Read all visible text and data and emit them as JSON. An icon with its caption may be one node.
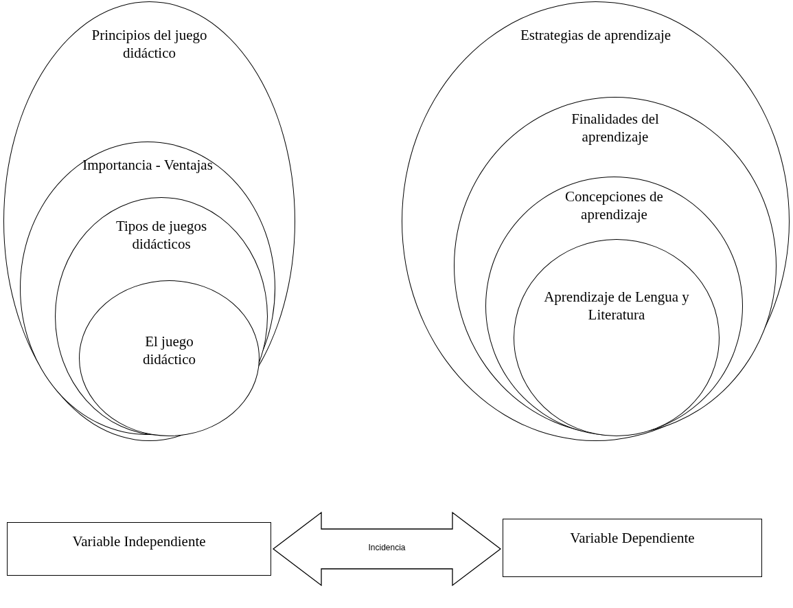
{
  "diagram": {
    "nodes": [
      {
        "text": [
          "Principios del juego didáctico"
        ]
      },
      {
        "text": [
          "Importancia - Ventajas"
        ],
        "in": 0
      },
      {
        "text": [
          "Tipos de juegos didácticos"
        ],
        "in": 1
      },
      {
        "text": [
          "El juego didáctico"
        ],
        "in": 2
      },
      {
        "text": [
          "Estrategias de aprendizaje"
        ]
      },
      {
        "text": [
          "Finalidades del aprendizaje"
        ],
        "in": 4
      },
      {
        "text": [
          "Concepciones de aprendizaje"
        ],
        "in": 5
      },
      {
        "text": [
          "Aprendizaje de Lengua y Literatura"
        ],
        "in": 6
      },
      {
        "text": [
          "Variable Independiente"
        ]
      },
      {
        "text": [
          "Variable Dependiente"
        ]
      }
    ],
    "edges": [
      {
        "from": 8,
        "to": 9,
        "arrow": "both",
        "label": "Incidencia"
      }
    ]
  }
}
